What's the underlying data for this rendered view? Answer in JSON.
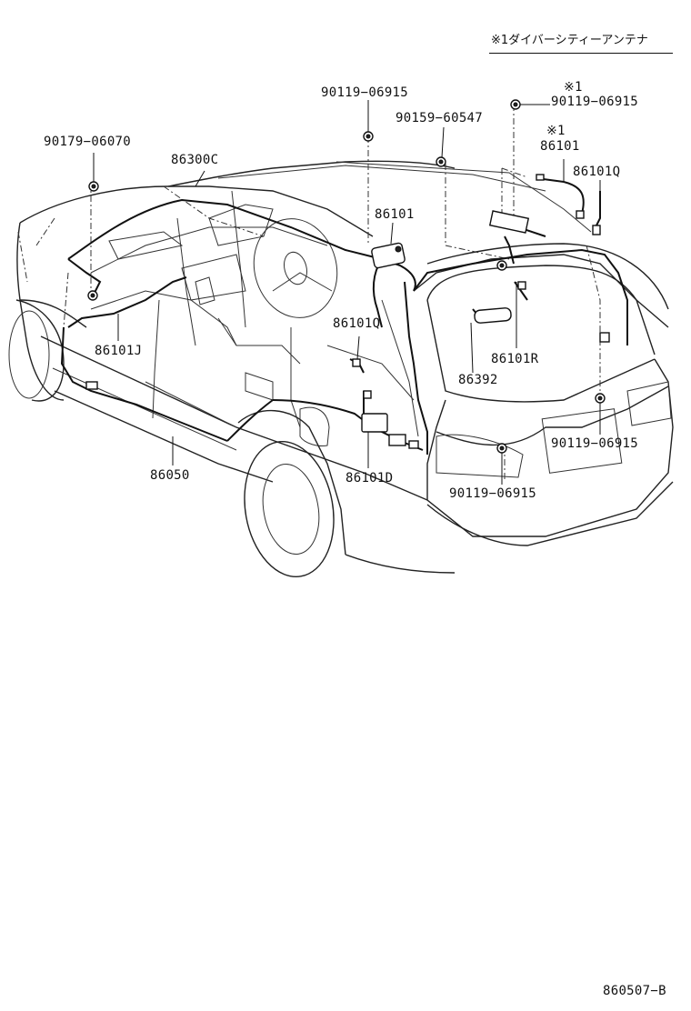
{
  "header": {
    "note": "※1ダイバーシティーアンテナ"
  },
  "labels": {
    "p90179_06070": "90179−06070",
    "p86300c": "86300C",
    "p90119_06915_top": "90119−06915",
    "p90159_60547": "90159−60547",
    "p86101_center": "86101",
    "mark1_a": "※1",
    "p90119_06915_right": "90119−06915",
    "mark1_b": "※1",
    "p86101_right": "86101",
    "p86101q_right": "86101Q",
    "p86101q_center": "86101Q",
    "p86101j": "86101J",
    "p86101r": "86101R",
    "p86392": "86392",
    "p90119_06915_rear": "90119−06915",
    "p86050": "86050",
    "p86101d": "86101D",
    "p90119_06915_bottom": "90119−06915"
  },
  "footer": {
    "diagram_code": "860507−B"
  }
}
